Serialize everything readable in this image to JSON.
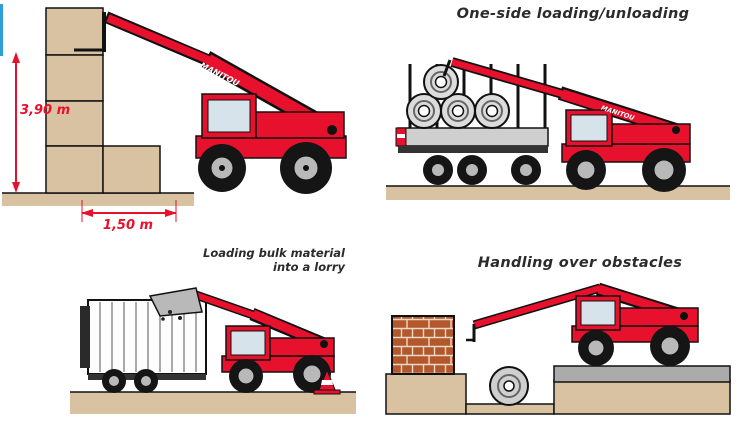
{
  "colors": {
    "machine_red": "#e8112d",
    "tan_ground": "#d9c2a2",
    "outline_black": "#111111",
    "dimension_red": "#e8112d",
    "brick_red": "#b3572c",
    "title_text": "#2b2b2b",
    "cab_window": "#d7e3ea",
    "left_edge_blue": "#2e9fd8",
    "bucket_gray": "#b9b9b9"
  },
  "brand": "MANITOU",
  "panels": {
    "stacking": {
      "height_label": "3,90 m",
      "reach_label": "1,50 m"
    },
    "one_side_loading": {
      "title": "One-side loading/unloading"
    },
    "bulk_loading": {
      "title_line1": "Loading bulk material",
      "title_line2": "into a lorry"
    },
    "obstacles": {
      "title": "Handling over obstacles"
    }
  }
}
